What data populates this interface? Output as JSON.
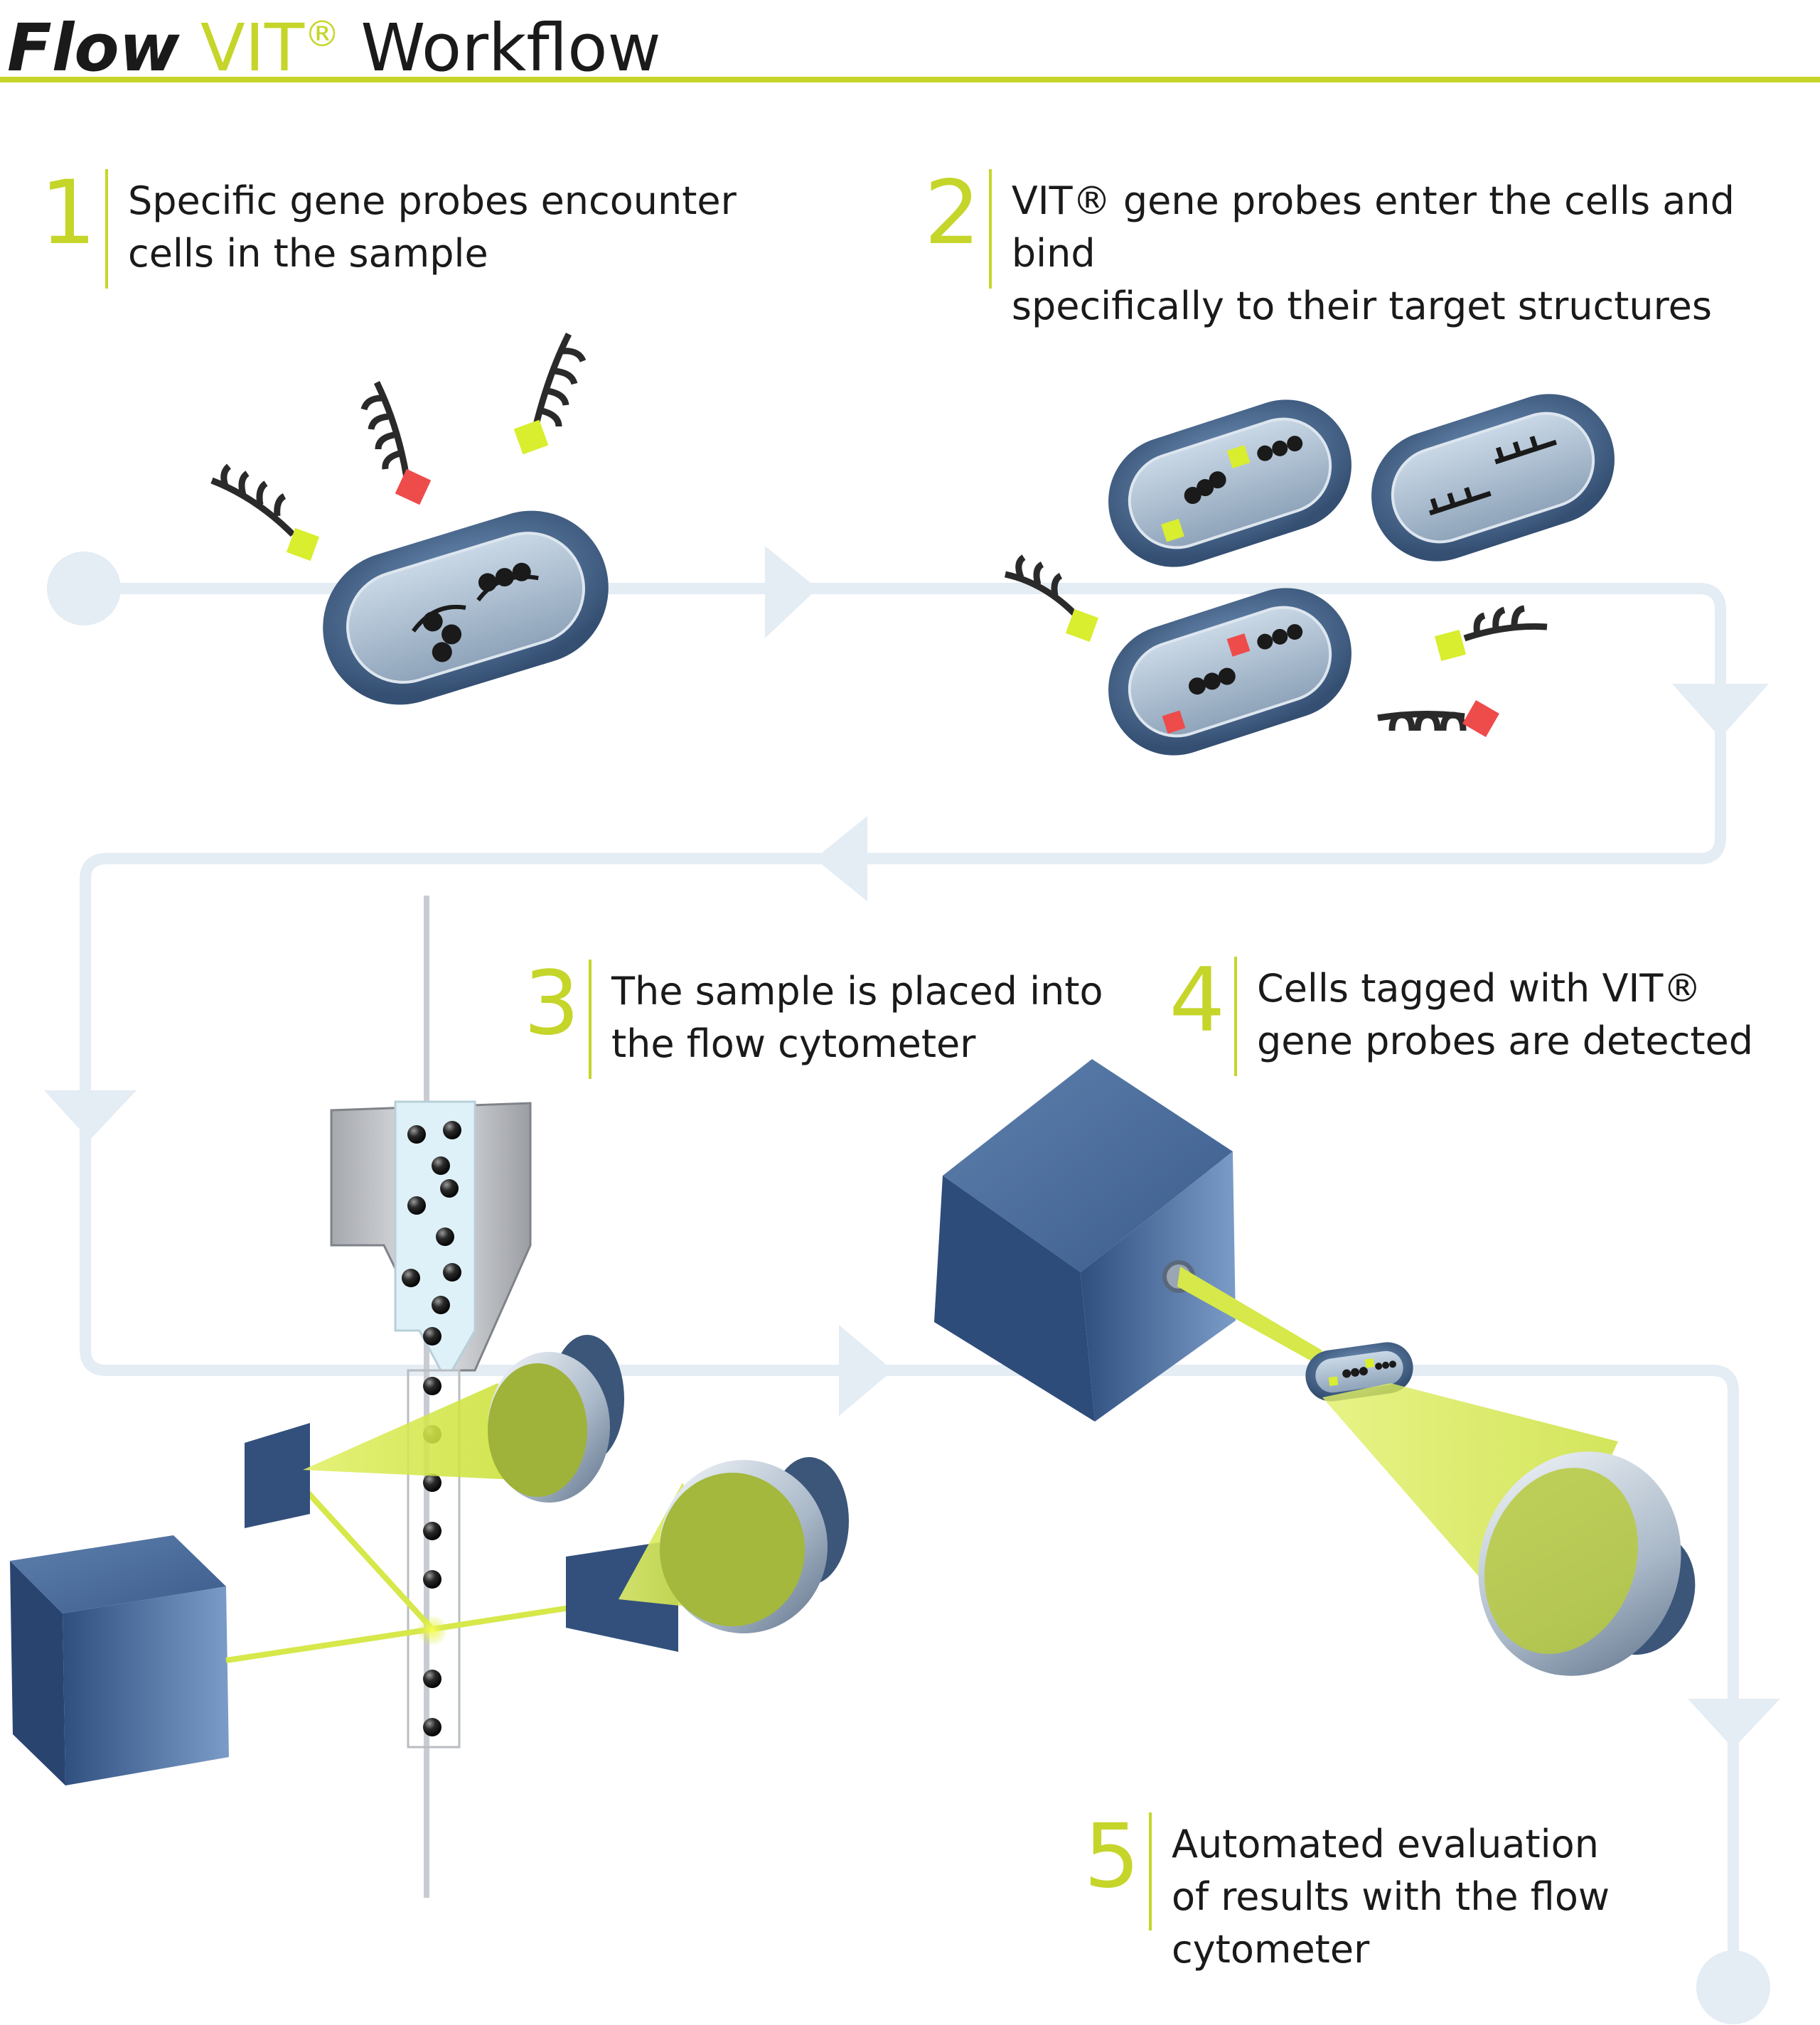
{
  "title": {
    "part1": "Flow",
    "part2": "VIT",
    "registered": "®",
    "part3": "Workflow"
  },
  "steps": [
    {
      "number": "1",
      "text": "Specific gene probes encounter\ncells in the sample"
    },
    {
      "number": "2",
      "text": "VIT® gene probes enter the cells and bind\nspecifically to their target structures"
    },
    {
      "number": "3",
      "text": "The sample is placed into\nthe flow cytometer"
    },
    {
      "number": "4",
      "text": "Cells tagged with VIT®\ngene probes are detected"
    },
    {
      "number": "5",
      "text": "Automated evaluation\nof results with the flow\ncytometer"
    }
  ],
  "colors": {
    "accent": "#c5d52a",
    "flow_line": "#e4ecf4",
    "probe_yellow": "#d8ee2e",
    "probe_red": "#ee4b4b",
    "cell_shell": "#4d6f95",
    "cube": "#4a6e9e",
    "beam": "#d6e84a"
  },
  "icons": [
    "flow-start-dot",
    "flow-end-dot",
    "flow-arrow",
    "bacterium-cell",
    "gene-probe",
    "laser-cube",
    "detector-lens",
    "flow-cell"
  ]
}
